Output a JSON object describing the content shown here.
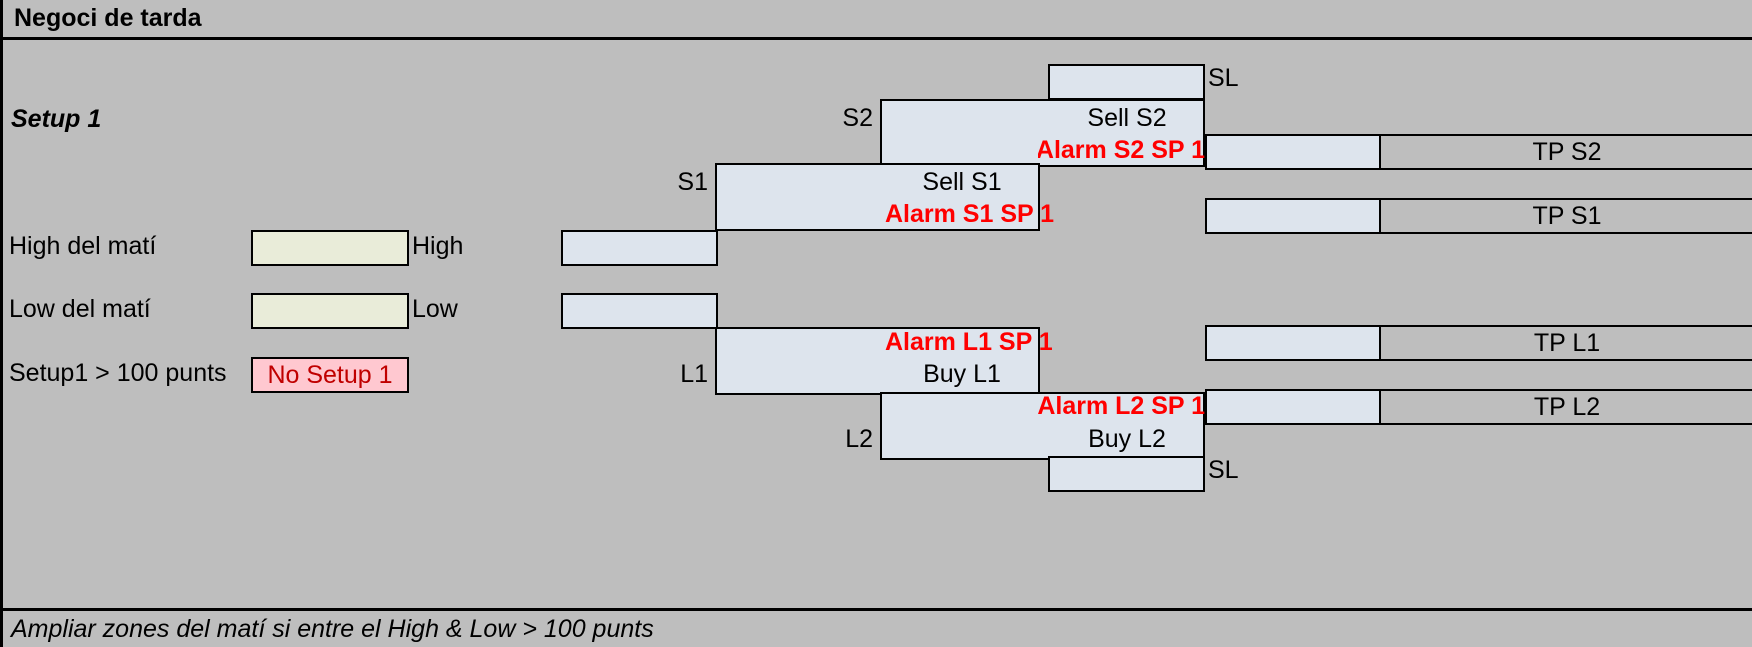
{
  "header": {
    "title": "Negoci de tarda"
  },
  "footer": {
    "note": "Ampliar zones del matí si entre el High & Low > 100 punts"
  },
  "left_panel": {
    "setup_title": "Setup 1",
    "rows": [
      {
        "label": "High del matí",
        "value": "",
        "side_label": "High"
      },
      {
        "label": "Low del matí",
        "value": "",
        "side_label": "Low"
      },
      {
        "label": "Setup1 > 100 punts",
        "status": "No Setup 1"
      }
    ]
  },
  "diagram": {
    "levels": [
      {
        "name": "S2",
        "action": "Sell S2",
        "alarm": "Alarm S2 SP 1",
        "tp": "TP S2"
      },
      {
        "name": "S1",
        "action": "Sell S1",
        "alarm": "Alarm S1 SP 1",
        "tp": "TP S1"
      },
      {
        "name": "L1",
        "action": "Buy L1",
        "alarm": "Alarm L1 SP 1",
        "tp": "TP L1"
      },
      {
        "name": "L2",
        "action": "Buy L2",
        "alarm": "Alarm L2 SP 1",
        "tp": "TP L2"
      }
    ],
    "stop_loss_top": "SL",
    "stop_loss_bottom": "SL",
    "high_band": "High",
    "low_band": "Low"
  },
  "colors": {
    "background": "#bebebe",
    "zone_fill": "#dde4ed",
    "input_fill": "#e9ecd9",
    "badge_fill": "#ffc8d0",
    "badge_text": "#c00000",
    "alarm_text": "#ff0000",
    "border": "#000000"
  }
}
